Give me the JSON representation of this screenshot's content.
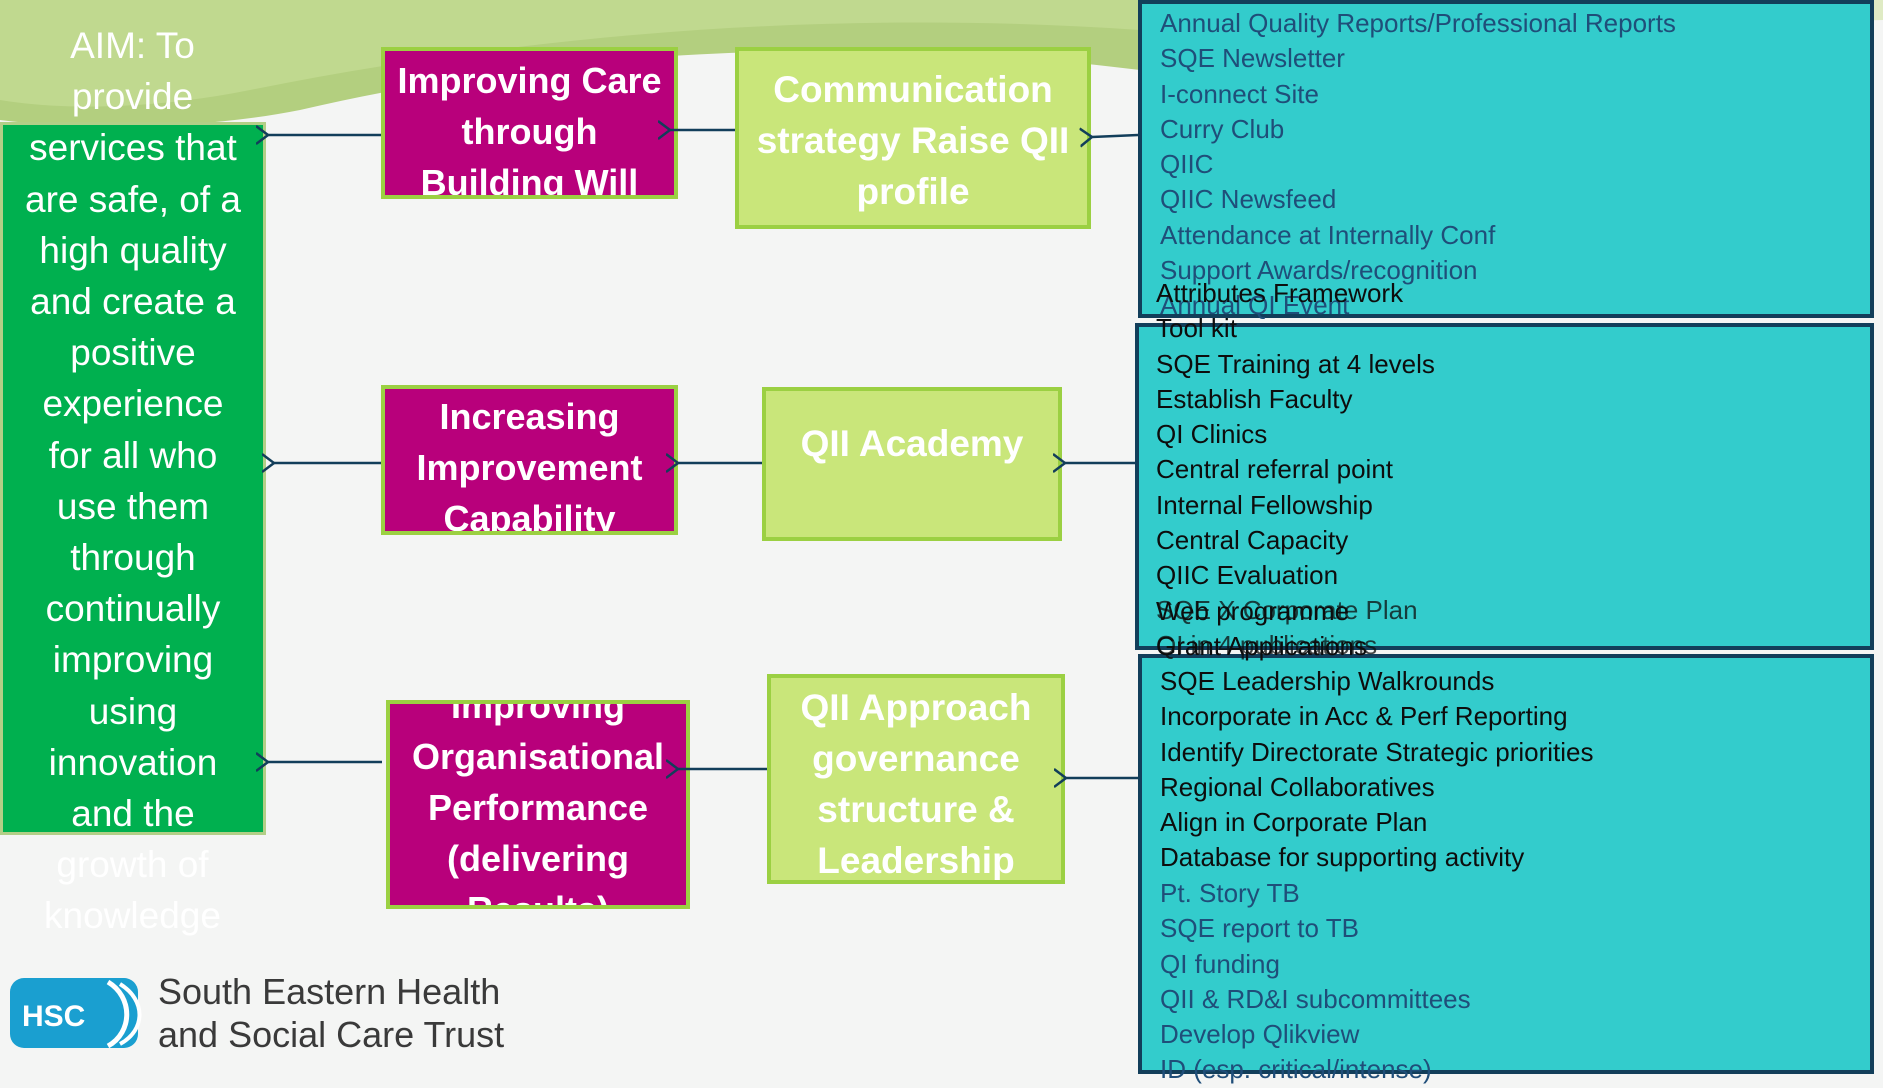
{
  "aim_text": [
    "AIM: To",
    "provide",
    "services that",
    "are safe, of a",
    "high quality",
    "and create a",
    "positive",
    "experience",
    "for all who",
    "use them",
    "through",
    "continually",
    "improving",
    "using",
    "innovation",
    "and the",
    "growth of",
    "knowledge"
  ],
  "outcomes": {
    "care": "Improving Care through Building Will",
    "capability": "Increasing Improvement Capability",
    "performance": "Improving Organisational Performance (delivering Results)"
  },
  "drivers": {
    "communication": "Communication strategy Raise QII profile",
    "academy": "QII Academy",
    "approach": "QII Approach governance structure & Leadership"
  },
  "communication_items": [
    "Annual Quality Reports/Professional Reports",
    "SQE Newsletter",
    "I-connect Site",
    "Curry Club",
    "QIIC",
    "QIIC Newsfeed",
    "Attendance at Internally Conf",
    "Support Awards/recognition",
    "Annual QI Event"
  ],
  "academy_items": [
    "Attributes Framework",
    "Tool kit",
    "SQE Training at 4 levels",
    "Establish Faculty",
    "QI Clinics",
    "Central referral point",
    "Internal Fellowship",
    "Central Capacity",
    "QIIC Evaluation",
    "Web programme",
    "Grant Applications"
  ],
  "academy_overlay": [
    "SQE X Corporate Plan",
    "QI in 4 publications"
  ],
  "approach_items_dark": [
    "SQE Leadership Walkrounds",
    "Incorporate in Acc & Perf Reporting",
    "Identify Directorate Strategic priorities",
    "Regional Collaboratives",
    "Align in Corporate Plan",
    "Database for supporting activity"
  ],
  "approach_items_teal": [
    "Pt. Story TB",
    "SQE report to TB",
    "QI funding",
    "QII & RD&I subcommittees",
    "Develop Qlikview",
    "ID (esp. critical/intense)"
  ],
  "logo": {
    "badge": "HSC",
    "line1": "South Eastern Health",
    "line2": "and Social Care Trust"
  },
  "colors": {
    "aim_green": "#00b04f",
    "magenta": "#b8007b",
    "light_green": "#c9e67a",
    "teal_panel": "#33cccc",
    "panel_border": "#123e5a",
    "hsc_blue": "#1a9fd0"
  }
}
